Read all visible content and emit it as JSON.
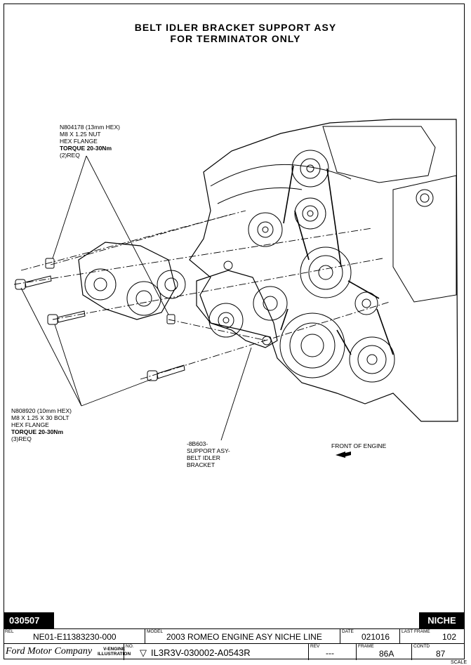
{
  "title": {
    "line1": "BELT IDLER BRACKET SUPPORT ASY",
    "line2": "FOR TERMINATOR ONLY"
  },
  "callouts": {
    "nut": {
      "part": "N804178 (13mm HEX)",
      "size": "M8 X 1.25 NUT",
      "type": "HEX FLANGE",
      "torque": "TORQUE 20-30Nm",
      "req": "(2)REQ"
    },
    "bolt": {
      "part": "N808920 (10mm HEX)",
      "size": "M8 X 1.25 X 30 BOLT",
      "type": "HEX FLANGE",
      "torque": "TORQUE 20-30Nm",
      "req": "(3)REQ"
    },
    "bracket": {
      "line1": "-8B603-",
      "line2": "SUPPORT ASY-",
      "line3": "BELT IDLER",
      "line4": "BRACKET"
    },
    "front": "FRONT OF ENGINE"
  },
  "footer": {
    "code": "030507",
    "niche": "NICHE",
    "rel_label": "REL",
    "rel": "NE01-E11383230-000",
    "model_label": "MODEL",
    "model": "2003 ROMEO ENGINE ASY NICHE LINE",
    "date_label": "DATE",
    "date": "021016",
    "last_frame_label": "LAST FRAME",
    "last_frame": "102",
    "logo": "Ford Motor Company",
    "illustration_line1": "V-ENGINE",
    "illustration_line2": "ILLUSTRATION",
    "no_label": "NO.",
    "no": "IL3R3V-030002-A0543R",
    "rev_label": "REV",
    "rev": "---",
    "frame_label": "FRAME",
    "frame": "86A",
    "contd_label": "CONTD",
    "contd": "87",
    "scale": "SCALE"
  }
}
